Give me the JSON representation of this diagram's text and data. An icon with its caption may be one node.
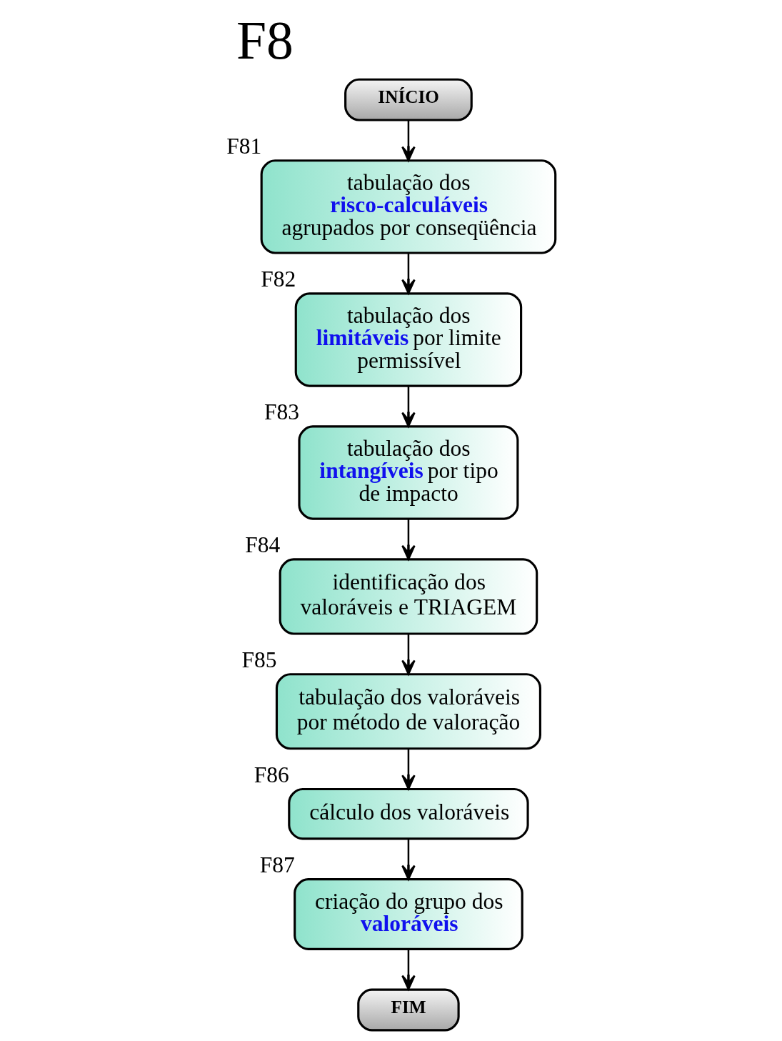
{
  "diagram": {
    "title": "F8",
    "nodes": [
      {
        "text": [
          "INÍCIO"
        ]
      },
      {
        "text": [
          "tabulação dos **risco-calculáveis** agrupados por conseqüência"
        ],
        "beside": [
          "F81"
        ]
      },
      {
        "text": [
          "tabulação dos **limitáveis** por limite permissível"
        ],
        "beside": [
          "F82"
        ]
      },
      {
        "text": [
          "tabulação dos **intangíveis** por tipo de impacto"
        ],
        "beside": [
          "F83"
        ]
      },
      {
        "text": [
          "identificação dos valoráveis e TRIAGEM"
        ],
        "beside": [
          "F84"
        ]
      },
      {
        "text": [
          "tabulação dos valoráveis por método de valoração"
        ],
        "beside": [
          "F85"
        ]
      },
      {
        "text": [
          "cálculo dos valoráveis"
        ],
        "beside": [
          "F86"
        ]
      },
      {
        "text": [
          "criação do grupo dos **valoráveis**"
        ],
        "beside": [
          "F87"
        ]
      },
      {
        "text": [
          "FIM"
        ]
      }
    ],
    "edges": [
      {
        "from": 0,
        "to": 1,
        "arrow": "to"
      },
      {
        "from": 1,
        "to": 2,
        "arrow": "to"
      },
      {
        "from": 2,
        "to": 3,
        "arrow": "to"
      },
      {
        "from": 3,
        "to": 4,
        "arrow": "to"
      },
      {
        "from": 4,
        "to": 5,
        "arrow": "to"
      },
      {
        "from": 5,
        "to": 6,
        "arrow": "to"
      },
      {
        "from": 6,
        "to": 7,
        "arrow": "to"
      },
      {
        "from": 7,
        "to": 8,
        "arrow": "to"
      }
    ]
  }
}
